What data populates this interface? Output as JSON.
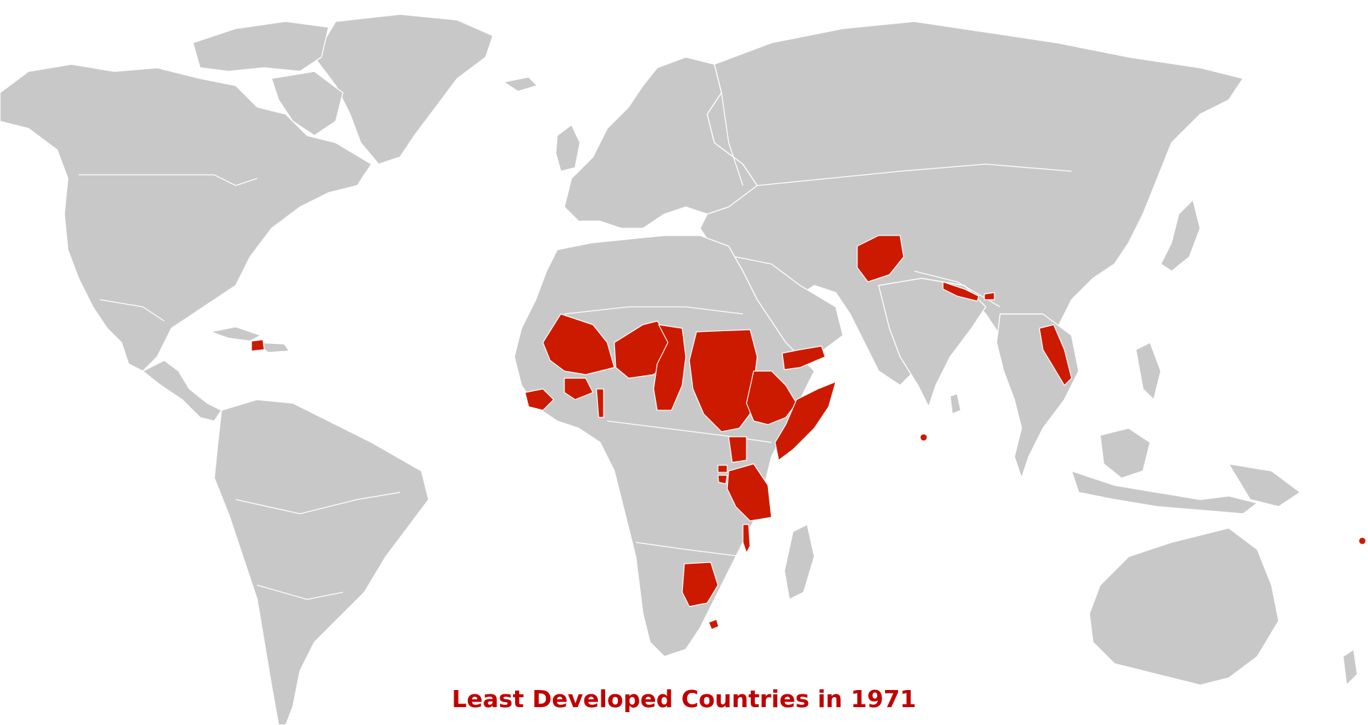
{
  "map": {
    "title": "Least Developed Countries in 1971",
    "colors": {
      "ocean": "#ffffff",
      "land": "#c8c8c8",
      "highlight": "#cc1a00",
      "border": "#ffffff",
      "title": "#c00000"
    },
    "highlighted_countries": [
      "Haiti",
      "Mali",
      "Niger",
      "Chad",
      "Sudan",
      "Ethiopia",
      "Somalia",
      "Guinea",
      "Upper Volta",
      "Dahomey",
      "Yemen",
      "Uganda",
      "Rwanda",
      "Burundi",
      "Tanzania",
      "Malawi",
      "Botswana",
      "Lesotho",
      "Afghanistan",
      "Nepal",
      "Bhutan",
      "Laos",
      "Maldives",
      "Western Samoa"
    ]
  }
}
